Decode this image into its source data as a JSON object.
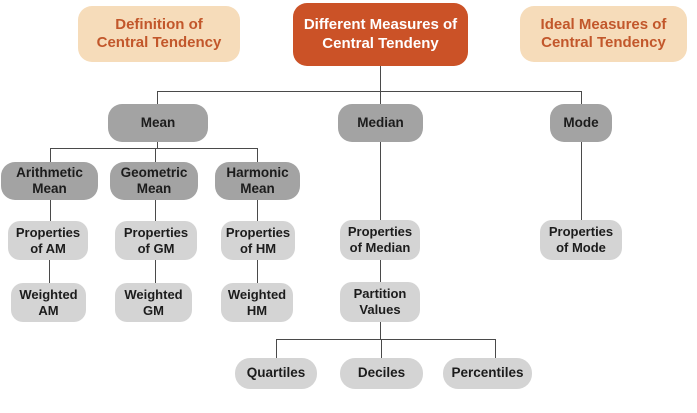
{
  "diagram": {
    "title": "Different Measures of Central Tendency flowchart",
    "colors": {
      "orange_box": "#cb5227",
      "peach_box": "#f6dcba",
      "orange_text": "#c2572b",
      "dark_gray_box": "#a3a3a3",
      "light_gray_box": "#d4d4d4",
      "text": "#1c1c1c",
      "connector_line": "#4a4a4a",
      "background": "#ffffff"
    },
    "nodes": {
      "definition": {
        "label": "Definition of\nCentral Tendency"
      },
      "different_measures": {
        "label": "Different Measures of\nCentral Tendeny"
      },
      "ideal_measures": {
        "label": "Ideal Measures of\nCentral Tendency"
      },
      "mean": {
        "label": "Mean"
      },
      "median": {
        "label": "Median"
      },
      "mode": {
        "label": "Mode"
      },
      "arithmetic_mean": {
        "label": "Arithmetic\nMean"
      },
      "geometric_mean": {
        "label": "Geometric\nMean"
      },
      "harmonic_mean": {
        "label": "Harmonic\nMean"
      },
      "properties_am": {
        "label": "Properties\nof AM"
      },
      "properties_gm": {
        "label": "Properties\nof GM"
      },
      "properties_hm": {
        "label": "Properties\nof HM"
      },
      "weighted_am": {
        "label": "Weighted\nAM"
      },
      "weighted_gm": {
        "label": "Weighted\nGM"
      },
      "weighted_hm": {
        "label": "Weighted\nHM"
      },
      "properties_median": {
        "label": "Properties\nof Median"
      },
      "partition_values": {
        "label": "Partition\nValues"
      },
      "quartiles": {
        "label": "Quartiles"
      },
      "deciles": {
        "label": "Deciles"
      },
      "percentiles": {
        "label": "Percentiles"
      },
      "properties_mode": {
        "label": "Properties\nof Mode"
      }
    },
    "edges": [
      {
        "from": "different_measures",
        "to": "mean"
      },
      {
        "from": "different_measures",
        "to": "median"
      },
      {
        "from": "different_measures",
        "to": "mode"
      },
      {
        "from": "mean",
        "to": "arithmetic_mean"
      },
      {
        "from": "mean",
        "to": "geometric_mean"
      },
      {
        "from": "mean",
        "to": "harmonic_mean"
      },
      {
        "from": "arithmetic_mean",
        "to": "properties_am"
      },
      {
        "from": "geometric_mean",
        "to": "properties_gm"
      },
      {
        "from": "harmonic_mean",
        "to": "properties_hm"
      },
      {
        "from": "properties_am",
        "to": "weighted_am"
      },
      {
        "from": "properties_gm",
        "to": "weighted_gm"
      },
      {
        "from": "properties_hm",
        "to": "weighted_hm"
      },
      {
        "from": "median",
        "to": "properties_median"
      },
      {
        "from": "properties_median",
        "to": "partition_values"
      },
      {
        "from": "partition_values",
        "to": "quartiles"
      },
      {
        "from": "partition_values",
        "to": "deciles"
      },
      {
        "from": "partition_values",
        "to": "percentiles"
      },
      {
        "from": "mode",
        "to": "properties_mode"
      }
    ]
  }
}
